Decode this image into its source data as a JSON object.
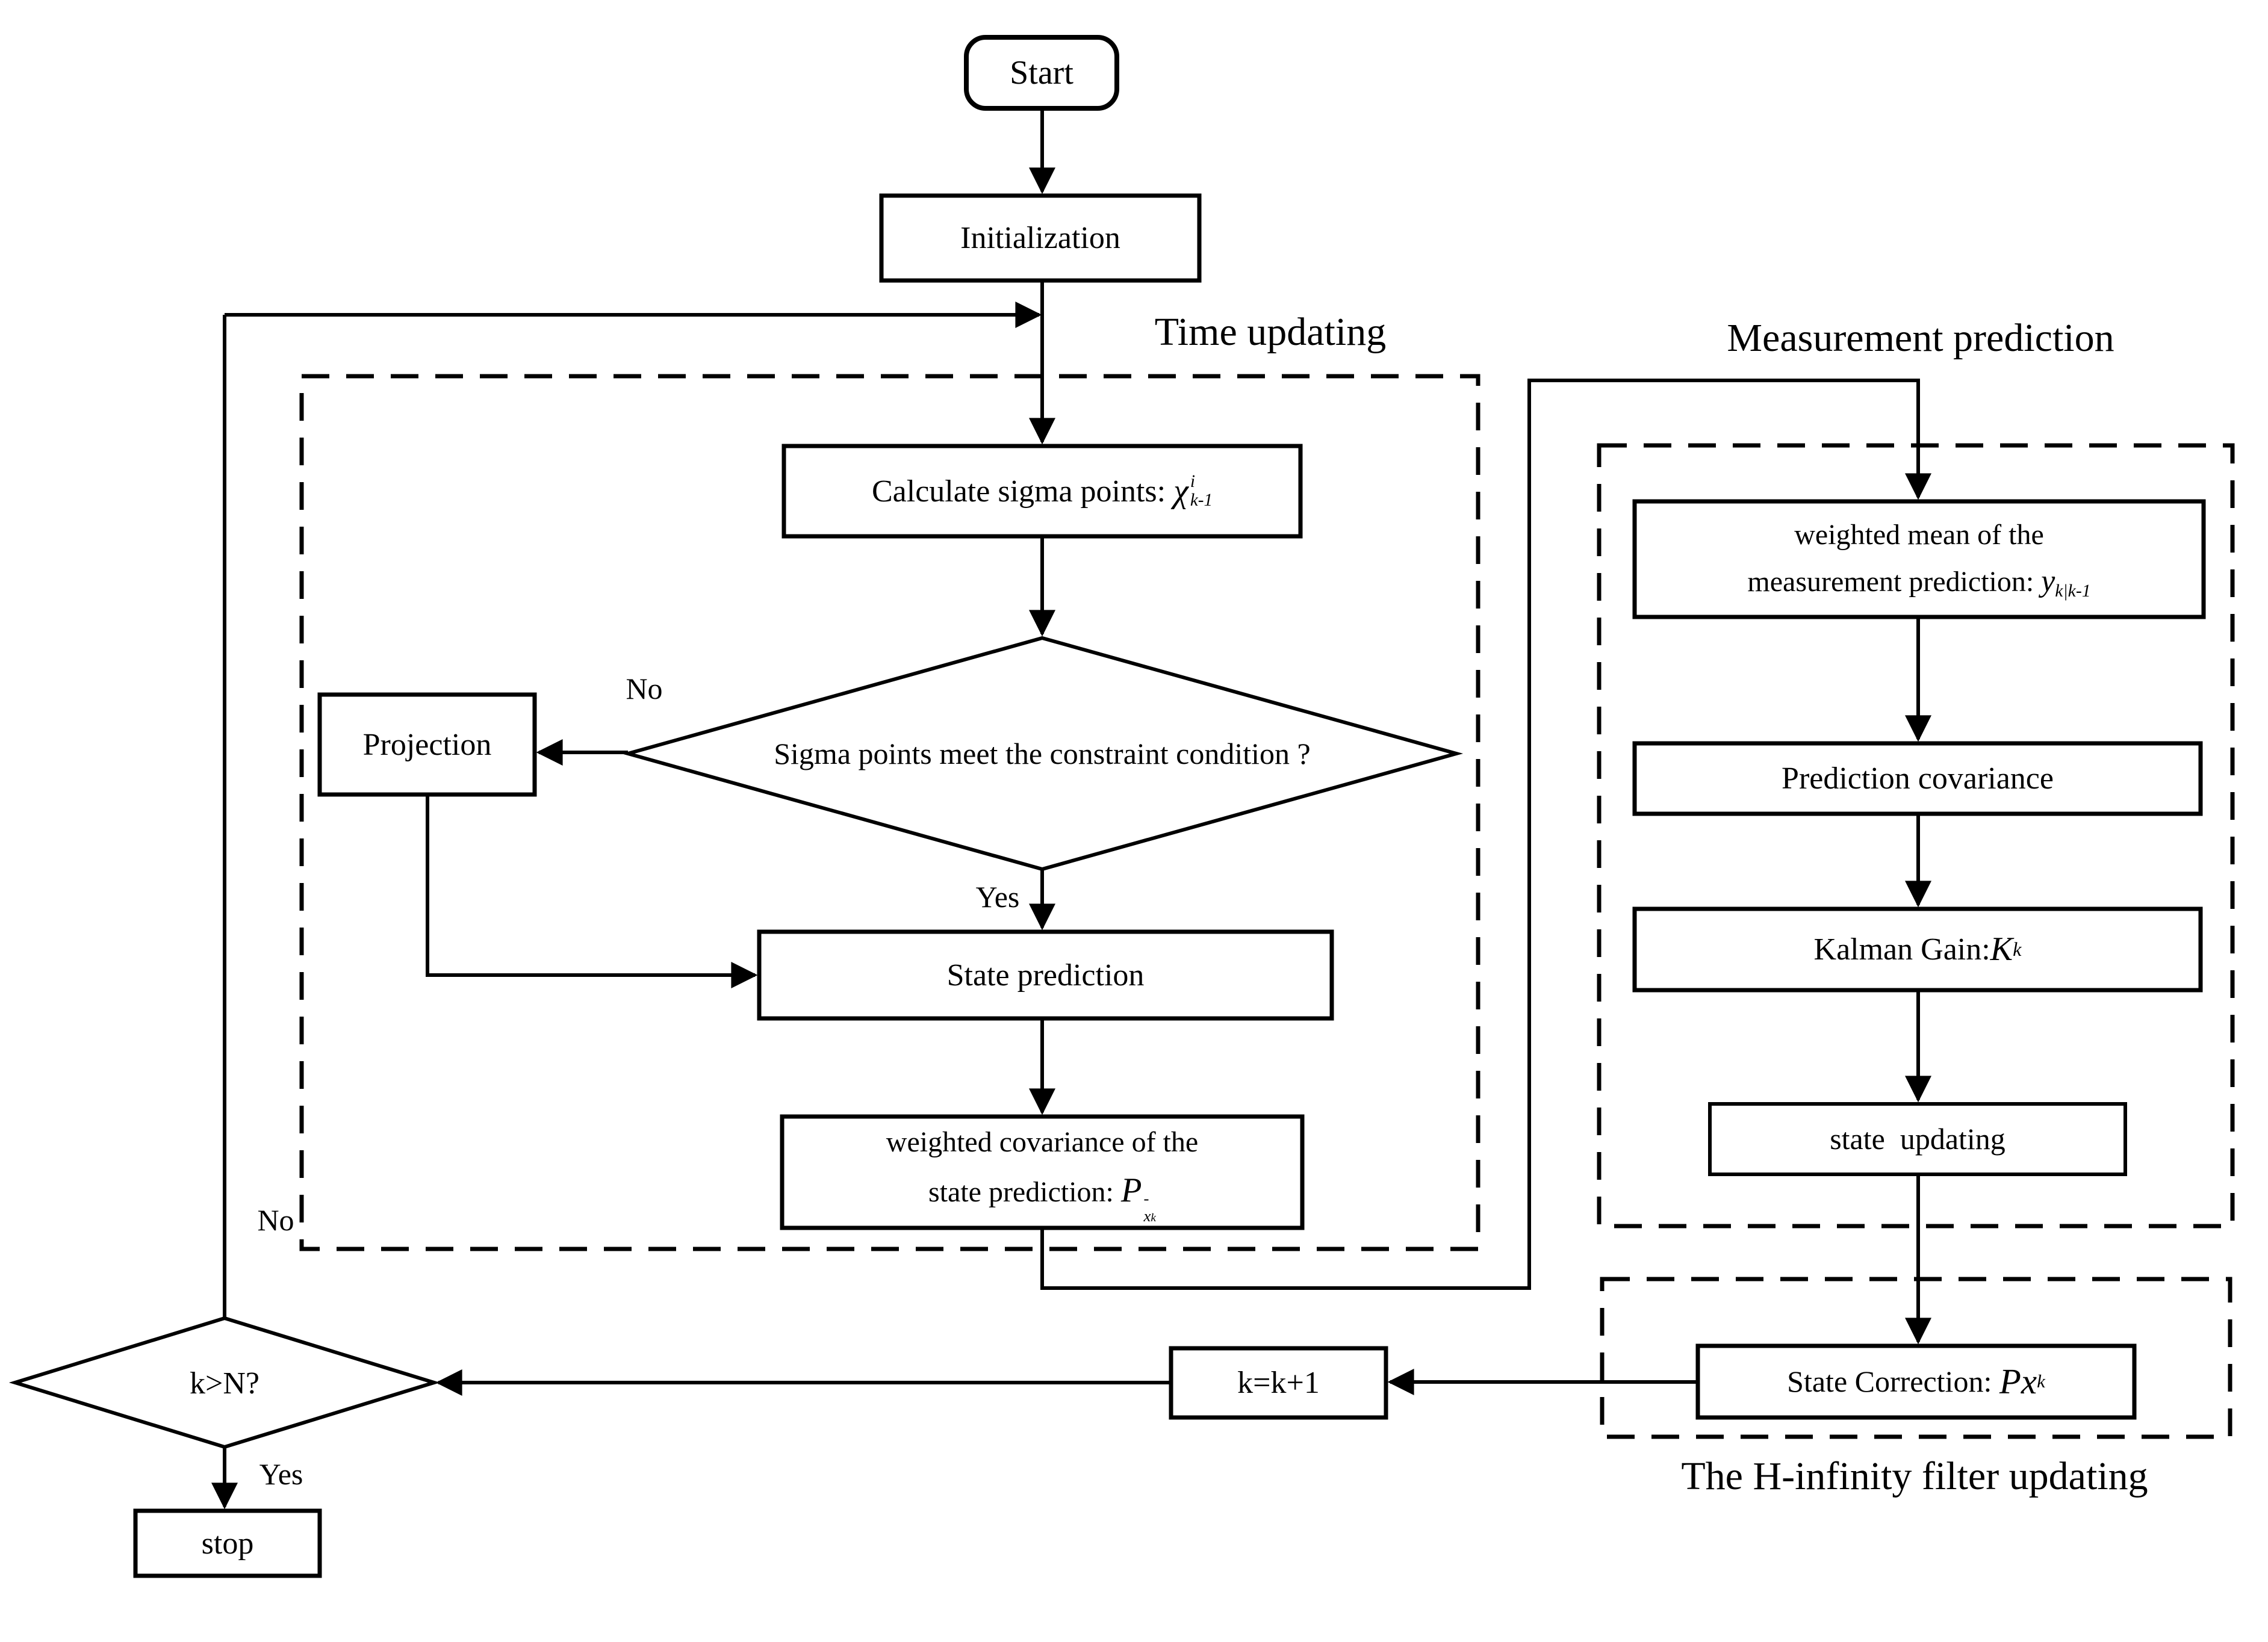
{
  "figure": {
    "type": "flowchart",
    "colors": {
      "ink": "#000000",
      "paper": "#ffffff"
    }
  },
  "sections": {
    "time_updating": "Time updating",
    "measurement_prediction": "Measurement prediction",
    "h_infinity": "The H-infinity filter updating"
  },
  "nodes": {
    "start": {
      "label": "Start"
    },
    "initialization": {
      "label": "Initialization"
    },
    "calc_sigma": {
      "text": "Calculate sigma points: ",
      "math": {
        "base": "χ",
        "sup": "i",
        "sub": "k-1"
      }
    },
    "sigma_decision": {
      "label": "Sigma points meet the constraint condition ?"
    },
    "projection": {
      "label": "Projection"
    },
    "state_prediction": {
      "label": "State prediction"
    },
    "weighted_cov": {
      "line1": "weighted covariance of the",
      "line2": "state prediction: ",
      "math": {
        "base": "P",
        "sup": "-",
        "sub": "x",
        "subsub": "k"
      }
    },
    "weighted_mean": {
      "line1": "weighted mean of the",
      "line2": "measurement prediction: ",
      "math": {
        "base": "y",
        "sub": "k|k-1"
      }
    },
    "prediction_cov": {
      "label": "Prediction covariance"
    },
    "kalman_gain": {
      "text": "Kalman Gain:",
      "math": {
        "base": "K",
        "sub": "k"
      }
    },
    "state_updating": {
      "label": "state  updating"
    },
    "state_correction": {
      "text": "State Correction: ",
      "math": {
        "base": "Px",
        "sub": "k"
      }
    },
    "k_increment": {
      "label": "k=k+1"
    },
    "k_decision": {
      "label": "k>N?"
    },
    "stop": {
      "label": "stop"
    }
  },
  "edge_labels": {
    "no_upper": "No",
    "yes_upper": "Yes",
    "no_lower": "No",
    "yes_lower": "Yes"
  }
}
